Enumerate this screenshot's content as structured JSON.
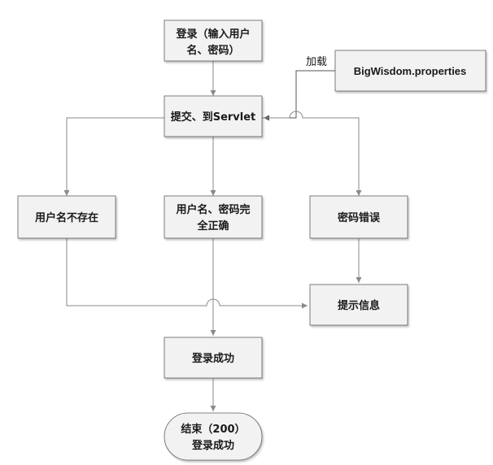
{
  "nodes": {
    "login": {
      "line1": "登录（输入用户",
      "line2": "名、密码）"
    },
    "submit": {
      "label": "提交、到Servlet"
    },
    "properties": {
      "label": "BigWisdom.properties"
    },
    "load_label": "加载",
    "user_not_exist": {
      "label": "用户名不存在"
    },
    "credentials_ok": {
      "line1": "用户名、密码完",
      "line2": "全正确"
    },
    "password_error": {
      "label": "密码错误"
    },
    "show_message": {
      "label": "提示信息"
    },
    "login_success": {
      "label": "登录成功"
    },
    "end": {
      "line1": "结束（200）",
      "line2": "登录成功"
    }
  },
  "colors": {
    "box_fill": "#f2f2f2",
    "box_stroke": "#5f5f5f",
    "edge": "#8a8a8a"
  }
}
